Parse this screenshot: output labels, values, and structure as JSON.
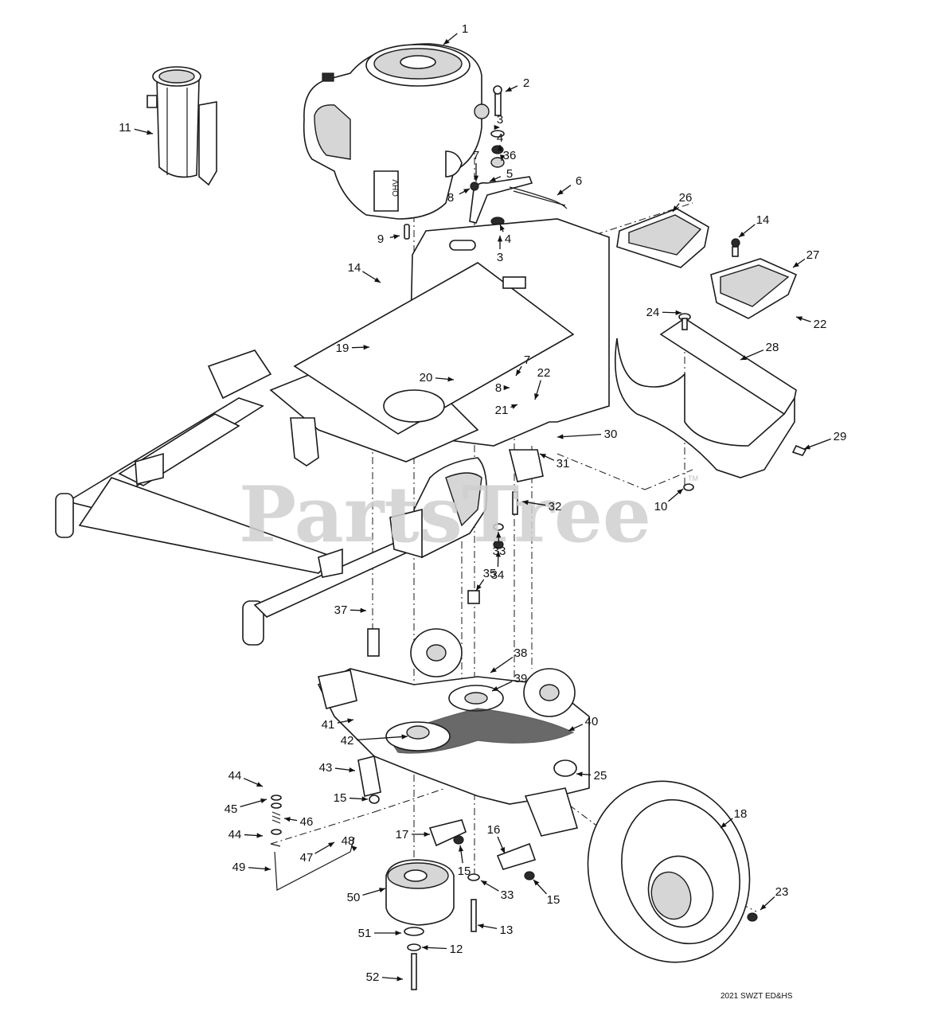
{
  "watermark": {
    "text": "PartsTree",
    "trademark": "TM"
  },
  "diagram_ref": "2021 SWZT ED&HS",
  "callouts": [
    {
      "id": "c1",
      "num": "1"
    },
    {
      "id": "c2",
      "num": "2"
    },
    {
      "id": "c3a",
      "num": "3"
    },
    {
      "id": "c4a",
      "num": "4"
    },
    {
      "id": "c36",
      "num": "36"
    },
    {
      "id": "c5",
      "num": "5"
    },
    {
      "id": "c6",
      "num": "6"
    },
    {
      "id": "c7a",
      "num": "7"
    },
    {
      "id": "c8a",
      "num": "8"
    },
    {
      "id": "c4b",
      "num": "4"
    },
    {
      "id": "c3b",
      "num": "3"
    },
    {
      "id": "c9",
      "num": "9"
    },
    {
      "id": "c11",
      "num": "11"
    },
    {
      "id": "c14a",
      "num": "14"
    },
    {
      "id": "c26",
      "num": "26"
    },
    {
      "id": "c14b",
      "num": "14"
    },
    {
      "id": "c27",
      "num": "27"
    },
    {
      "id": "c22a",
      "num": "22"
    },
    {
      "id": "c24",
      "num": "24"
    },
    {
      "id": "c28",
      "num": "28"
    },
    {
      "id": "c19",
      "num": "19"
    },
    {
      "id": "c20",
      "num": "20"
    },
    {
      "id": "c7b",
      "num": "7"
    },
    {
      "id": "c8b",
      "num": "8"
    },
    {
      "id": "c22b",
      "num": "22"
    },
    {
      "id": "c21",
      "num": "21"
    },
    {
      "id": "c30",
      "num": "30"
    },
    {
      "id": "c29",
      "num": "29"
    },
    {
      "id": "c31",
      "num": "31"
    },
    {
      "id": "c10",
      "num": "10"
    },
    {
      "id": "c32",
      "num": "32"
    },
    {
      "id": "c33a",
      "num": "33"
    },
    {
      "id": "c34",
      "num": "34"
    },
    {
      "id": "c35",
      "num": "35"
    },
    {
      "id": "c37",
      "num": "37"
    },
    {
      "id": "c38",
      "num": "38"
    },
    {
      "id": "c39",
      "num": "39"
    },
    {
      "id": "c40",
      "num": "40"
    },
    {
      "id": "c41",
      "num": "41"
    },
    {
      "id": "c42",
      "num": "42"
    },
    {
      "id": "c43",
      "num": "43"
    },
    {
      "id": "c25",
      "num": "25"
    },
    {
      "id": "c18",
      "num": "18"
    },
    {
      "id": "c44a",
      "num": "44"
    },
    {
      "id": "c45",
      "num": "45"
    },
    {
      "id": "c46",
      "num": "46"
    },
    {
      "id": "c15a",
      "num": "15"
    },
    {
      "id": "c48",
      "num": "48"
    },
    {
      "id": "c44b",
      "num": "44"
    },
    {
      "id": "c47",
      "num": "47"
    },
    {
      "id": "c17",
      "num": "17"
    },
    {
      "id": "c16",
      "num": "16"
    },
    {
      "id": "c49",
      "num": "49"
    },
    {
      "id": "c15b",
      "num": "15"
    },
    {
      "id": "c15c",
      "num": "15"
    },
    {
      "id": "c50",
      "num": "50"
    },
    {
      "id": "c33b",
      "num": "33"
    },
    {
      "id": "c51",
      "num": "51"
    },
    {
      "id": "c13",
      "num": "13"
    },
    {
      "id": "c12",
      "num": "12"
    },
    {
      "id": "c52",
      "num": "52"
    },
    {
      "id": "c23",
      "num": "23"
    }
  ]
}
